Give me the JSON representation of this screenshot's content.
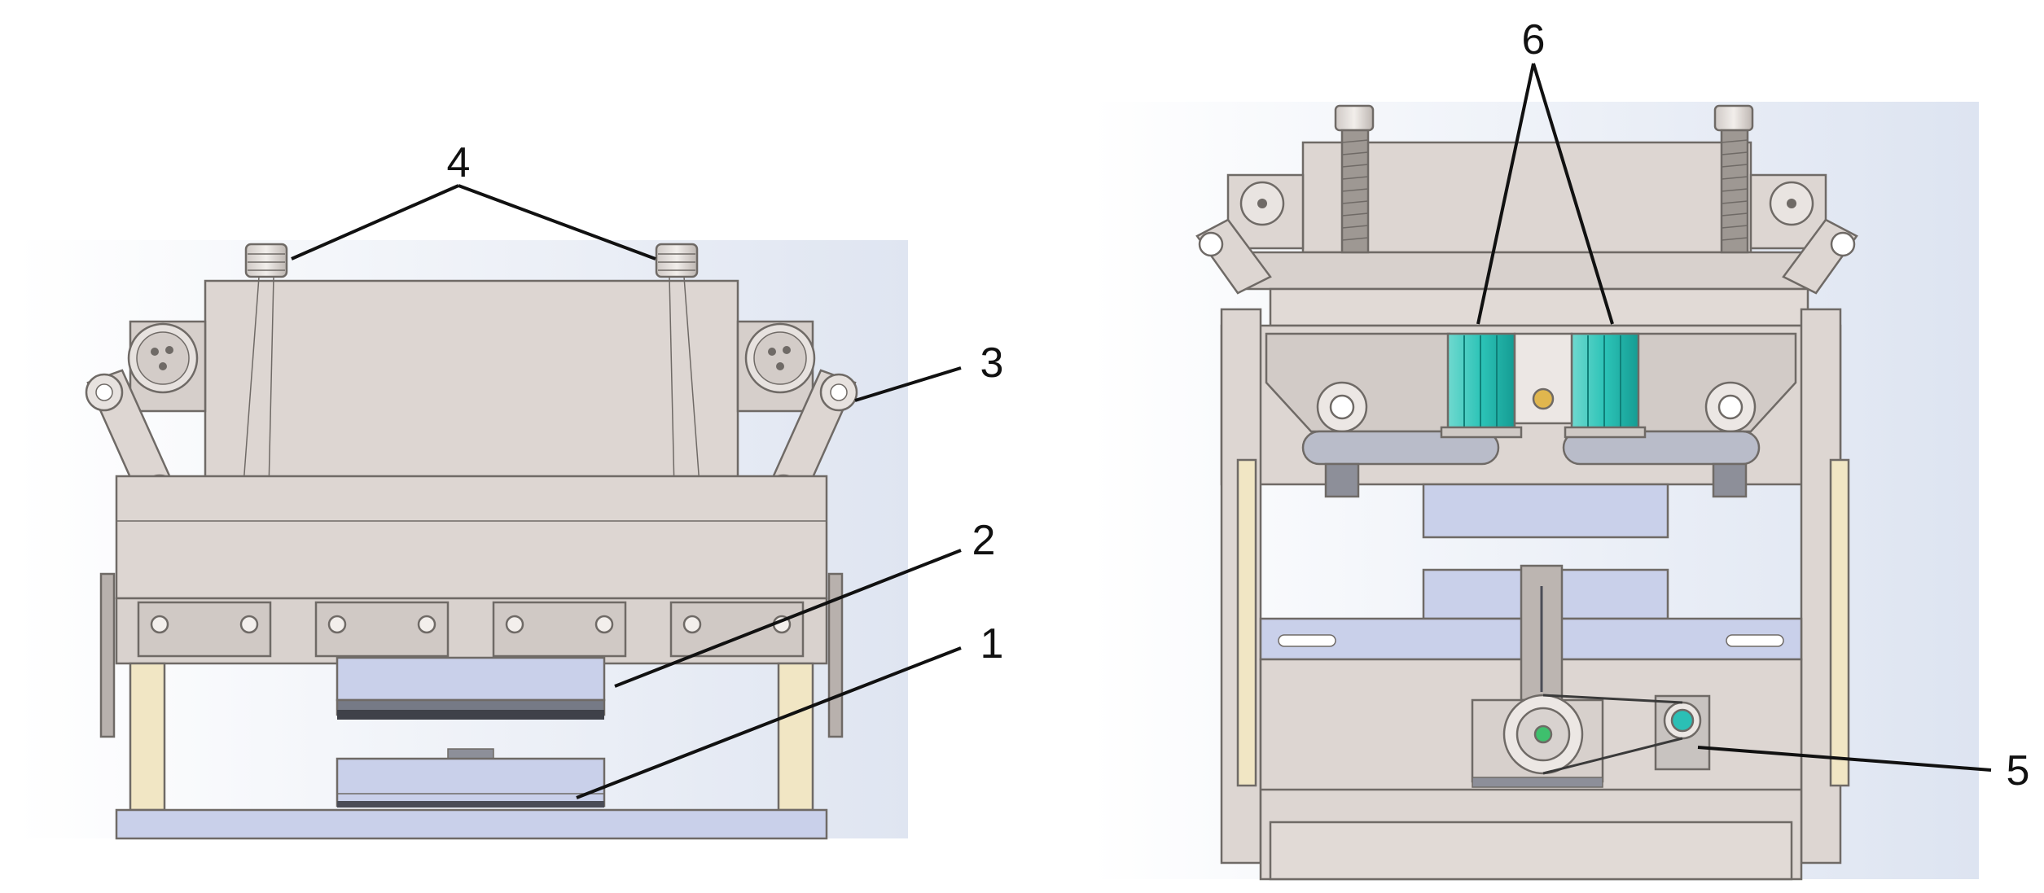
{
  "figure": {
    "callouts": [
      {
        "id": "callout-1",
        "text": "1"
      },
      {
        "id": "callout-2",
        "text": "2"
      },
      {
        "id": "callout-3",
        "text": "3"
      },
      {
        "id": "callout-4",
        "text": "4"
      },
      {
        "id": "callout-5",
        "text": "5"
      },
      {
        "id": "callout-6",
        "text": "6"
      }
    ]
  },
  "colors": {
    "frame": "#ddd6d2",
    "frame_dark": "#c9c2bd",
    "edge": "#6f6a66",
    "blue_plate": "#c9d0ea",
    "blue_dark": "#4a4c56",
    "post": "#f1e6c4",
    "teal": "#2bbfb5",
    "background_glow": "#e4e9f3"
  }
}
